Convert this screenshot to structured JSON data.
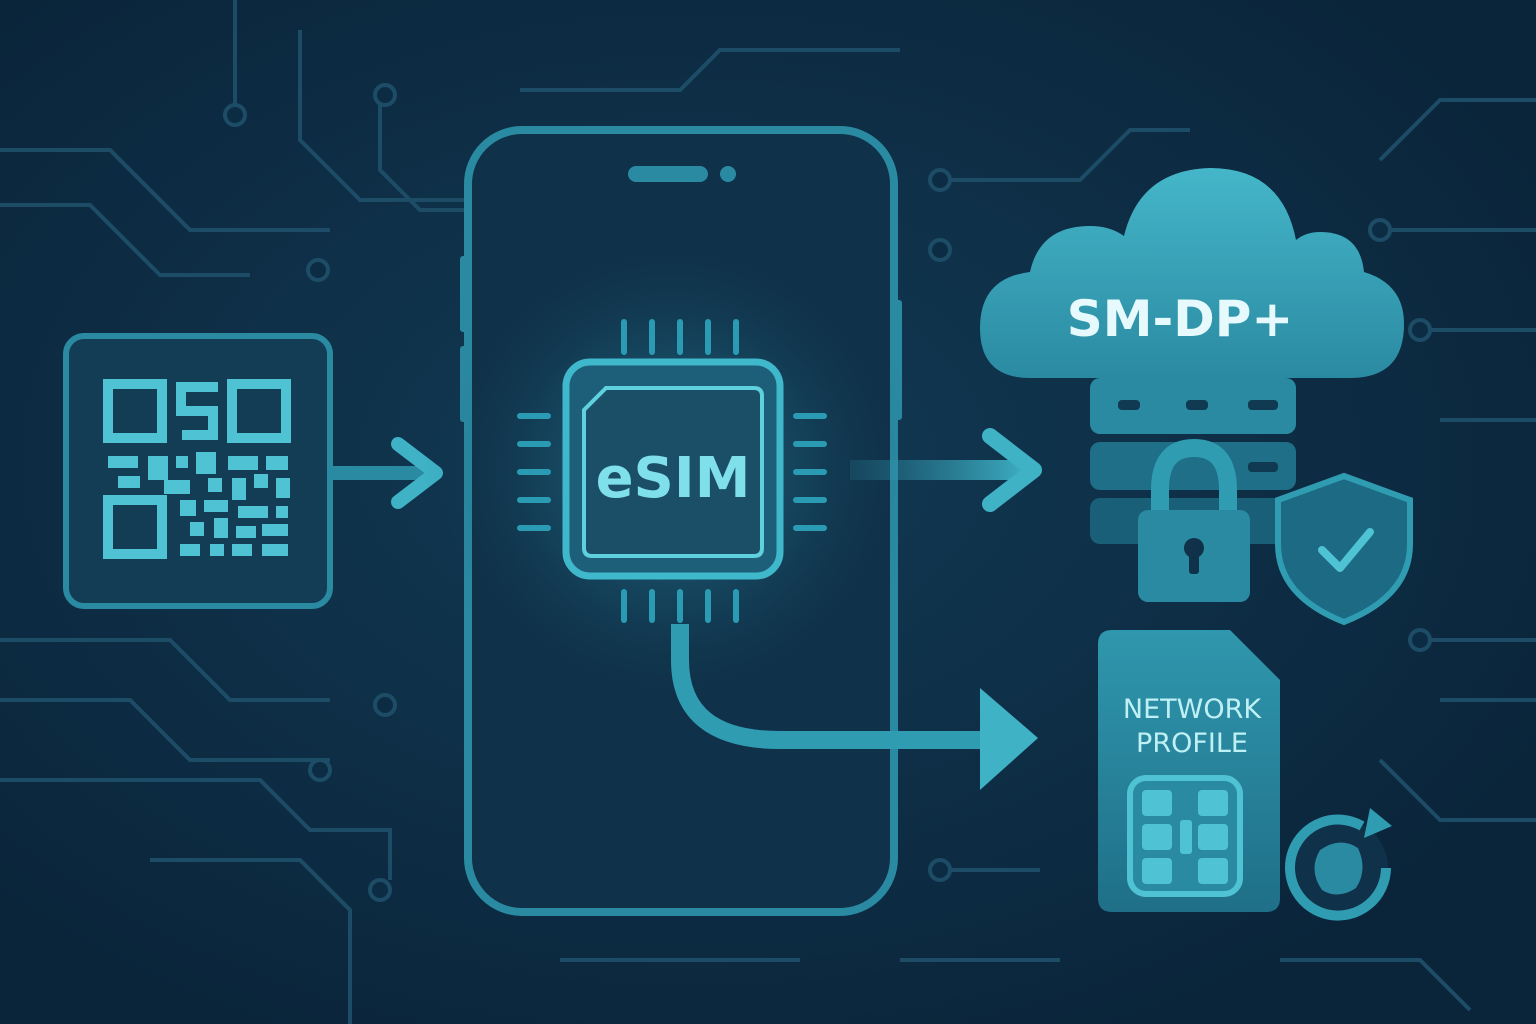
{
  "labels": {
    "chip": "eSIM",
    "cloud": "SM-DP+",
    "sim_line1": "NETWORK",
    "sim_line2": "PROFILE"
  },
  "icons": [
    "qr-code-icon",
    "smartphone-icon",
    "esim-chip-icon",
    "cloud-icon",
    "server-icon",
    "padlock-icon",
    "shield-check-icon",
    "sim-card-icon",
    "refresh-icon",
    "arrow-right-icon"
  ],
  "colors": {
    "background": "#0c2c44",
    "accent": "#2fa3b8",
    "accent_light": "#5fd0de",
    "circuit": "#1d4d66",
    "panel": "#133c55"
  }
}
